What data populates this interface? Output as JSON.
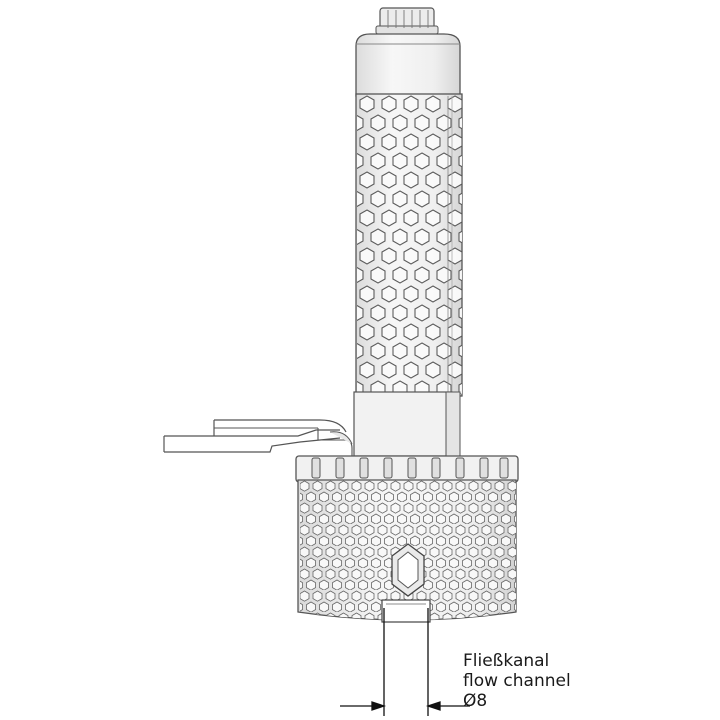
{
  "annotation": {
    "label_de": "Fließkanal",
    "label_en": "flow channel",
    "diameter": "Ø8"
  },
  "colors": {
    "line": "#555555",
    "fill_light": "#f4f4f4",
    "fill_mid": "#e6e6e6",
    "fill_dark": "#cfcfcf",
    "dimension": "#111111"
  }
}
